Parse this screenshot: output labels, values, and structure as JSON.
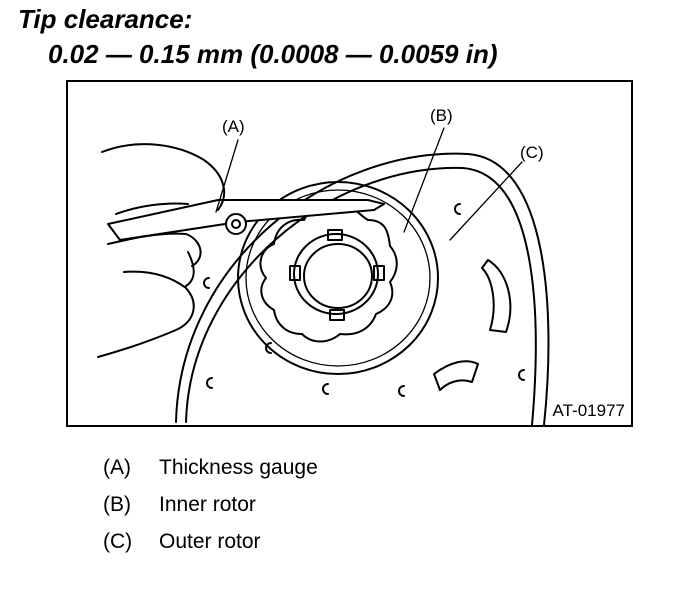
{
  "heading": {
    "title": "Tip clearance:",
    "spec": "0.02 — 0.15 mm (0.0008 — 0.0059 in)"
  },
  "figure": {
    "id": "AT-01977",
    "callouts": {
      "a": "(A)",
      "b": "(B)",
      "c": "(C)"
    }
  },
  "legend": [
    {
      "key": "(A)",
      "text": "Thickness gauge"
    },
    {
      "key": "(B)",
      "text": "Inner rotor"
    },
    {
      "key": "(C)",
      "text": "Outer rotor"
    }
  ]
}
